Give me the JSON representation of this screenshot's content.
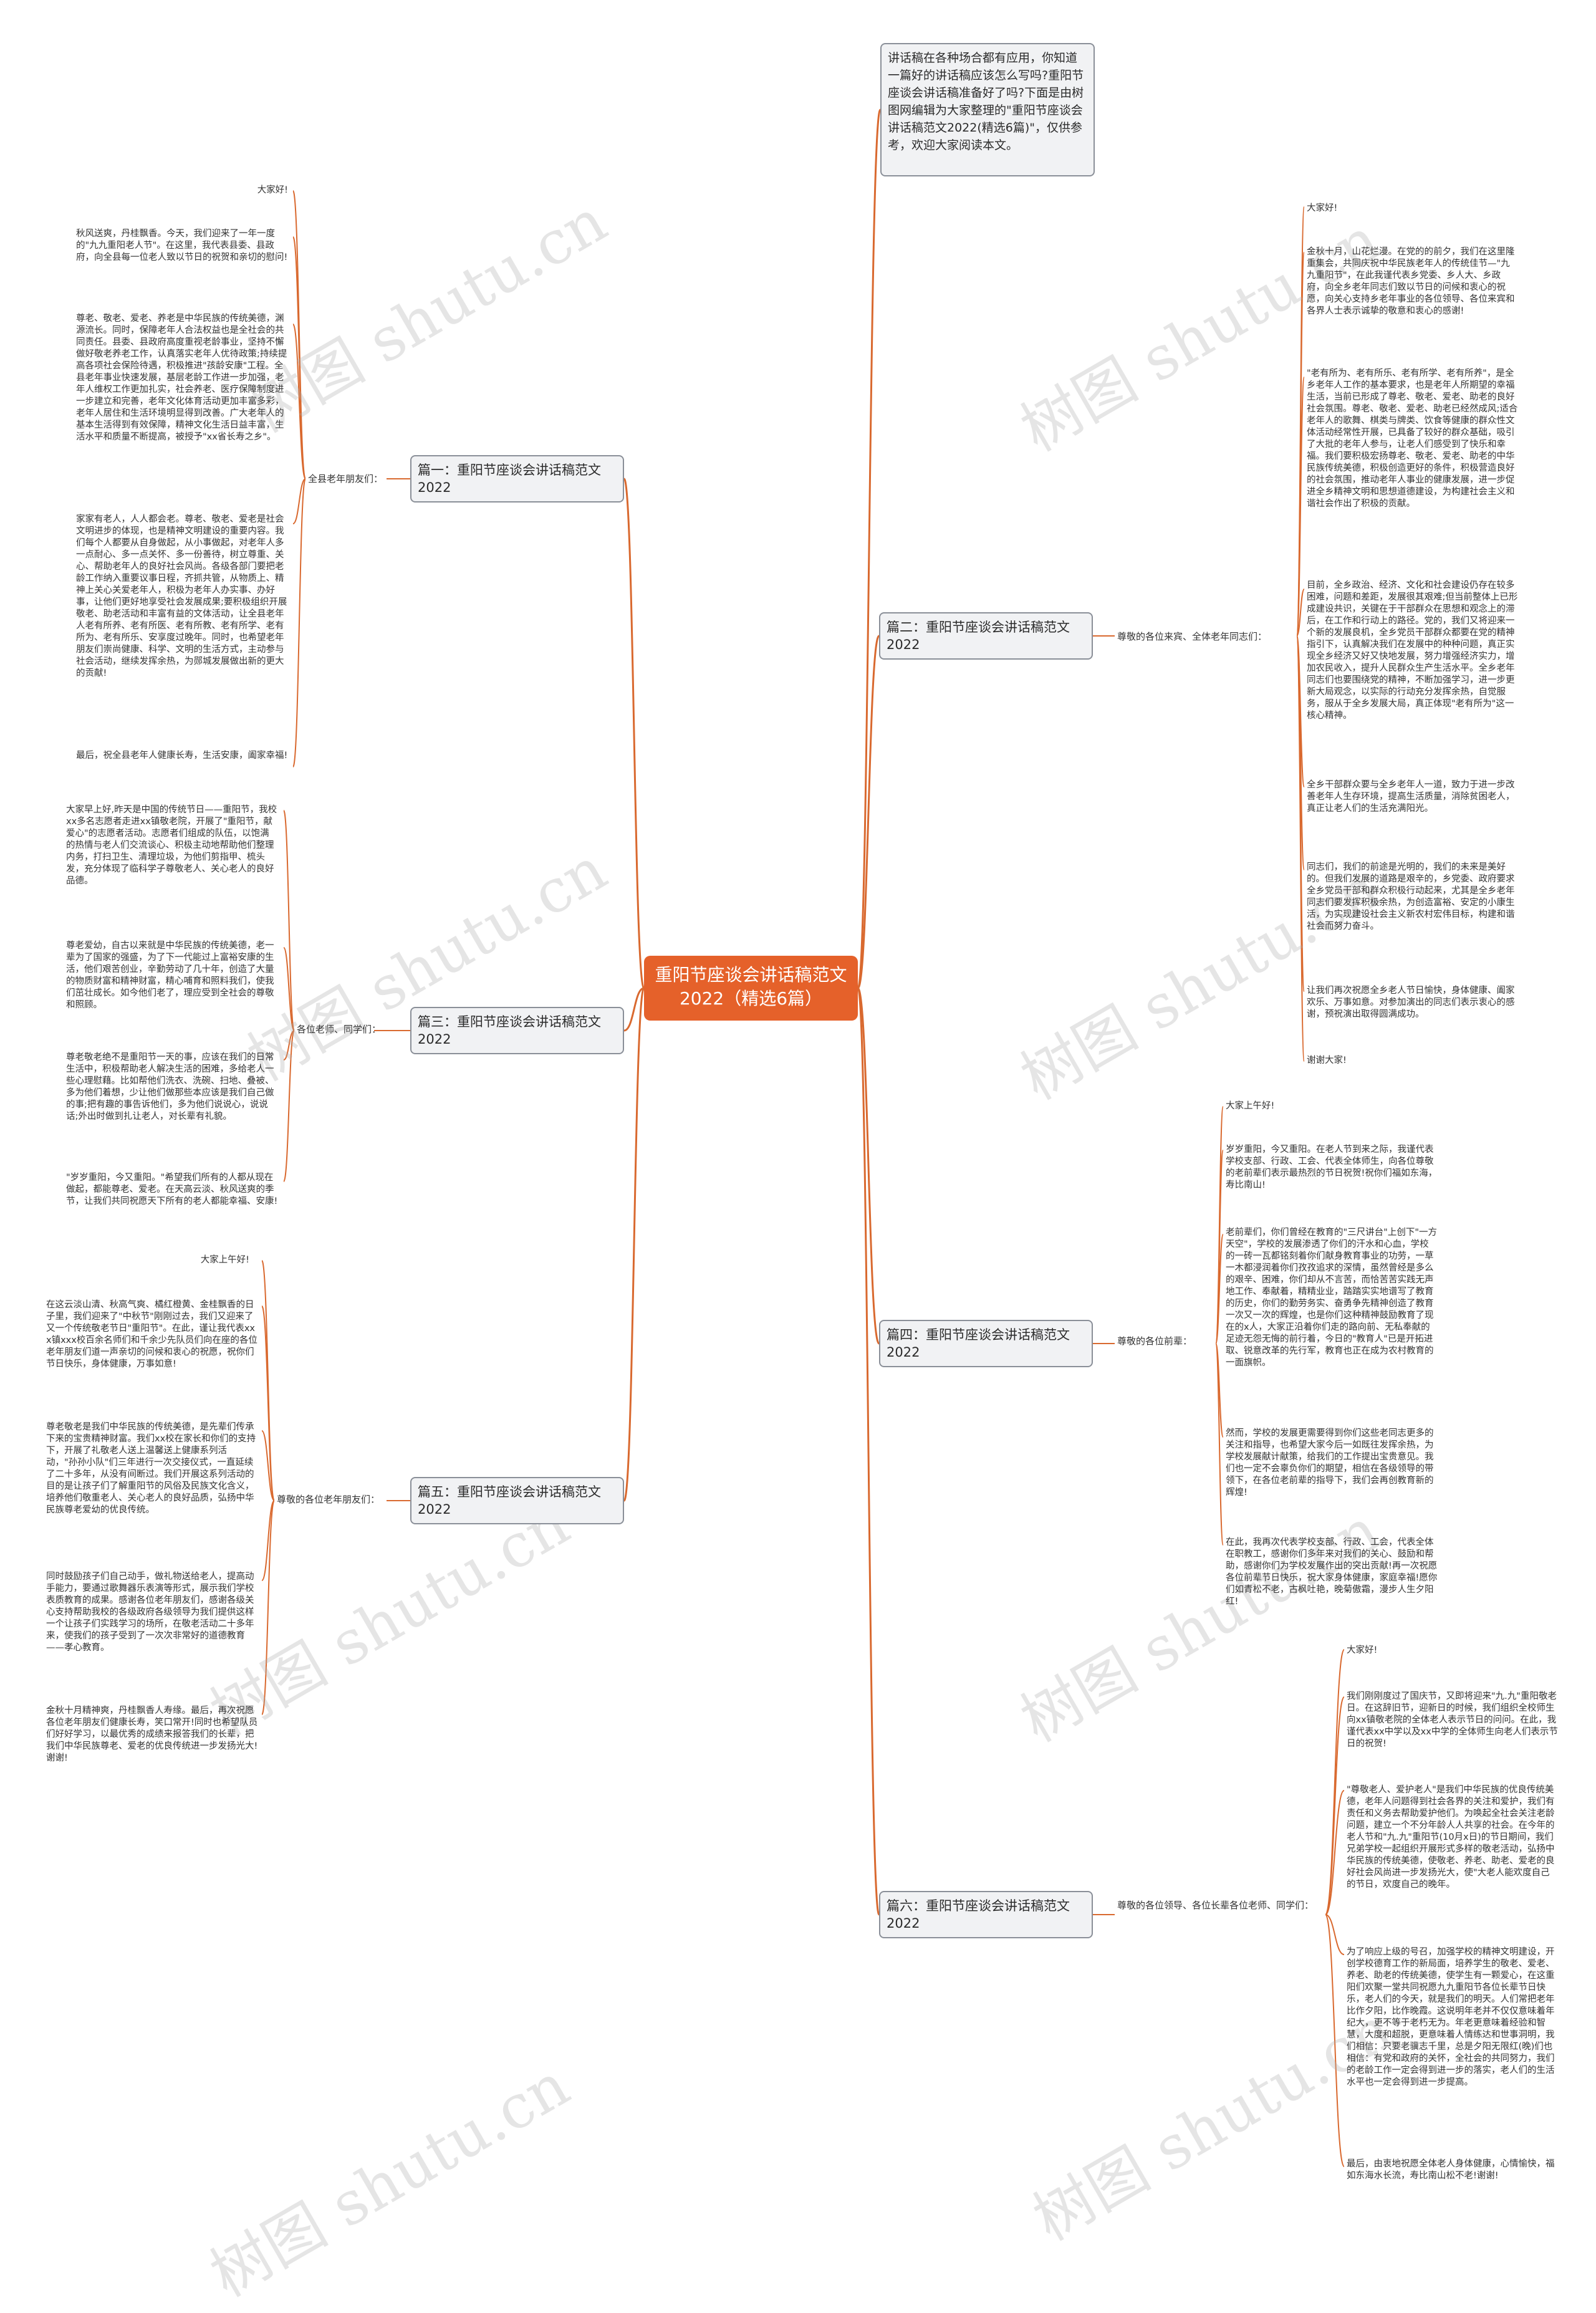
{
  "root": {
    "title": "重阳节座谈会讲话稿范文2022（精选6篇）"
  },
  "intro": "讲话稿在各种场合都有应用，你知道一篇好的讲话稿应该怎么写吗?重阳节座谈会讲话稿准备好了吗?下面是由树图网编辑为大家整理的\"重阳节座谈会讲话稿范文2022(精选6篇)\"，仅供参考，欢迎大家阅读本文。",
  "branches": [
    {
      "title": "篇一：重阳节座谈会讲话稿范文2022",
      "audience": "全县老年朋友们：",
      "paragraphs": [
        "大家好!",
        "秋风送爽，丹桂飘香。今天，我们迎来了一年一度的\"九九重阳老人节\"。在这里，我代表县委、县政府，向全县每一位老人致以节日的祝贺和亲切的慰问!",
        "尊老、敬老、爱老、养老是中华民族的传统美德，渊源流长。同时，保障老年人合法权益也是全社会的共同责任。县委、县政府高度重视老龄事业，坚持不懈做好敬老养老工作，认真落实老年人优待政策;持续提高各项社会保险待遇，积极推进\"孩龄安康\"工程。全县老年事业快速发展，基层老龄工作进一步加强，老年人维权工作更加扎实，社会养老、医疗保障制度进一步建立和完善，老年文化体育活动更加丰富多彩，老年人居住和生活环境明显得到改善。广大老年人的基本生活得到有效保障，精神文化生活日益丰富，生活水平和质量不断提高，被授予\"xx省长寿之乡\"。",
        "家家有老人，人人都会老。尊老、敬老、爱老是社会文明进步的体现，也是精神文明建设的重要内容。我们每个人都要从自身做起，从小事做起，对老年人多一点耐心、多一点关怀、多一份善待，树立尊重、关心、帮助老年人的良好社会风尚。各级各部门要把老龄工作纳入重要议事日程，齐抓共管，从物质上、精神上关心关爱老年人，积极为老年人办实事、办好事，让他们更好地享受社会发展成果;要积极组织开展敬老、助老活动和丰富有益的文体活动，让全县老年人老有所养、老有所医、老有所教、老有所学、老有所为、老有所乐、安享度过晚年。同时，也希望老年朋友们崇尚健康、科学、文明的生活方式，主动参与社会活动，继续发挥余热，为郧城发展做出新的更大的贡献!",
        "最后，祝全县老年人健康长寿，生活安康，阖家幸福!"
      ]
    },
    {
      "title": "篇二：重阳节座谈会讲话稿范文2022",
      "audience": "尊敬的各位来宾、全体老年同志们：",
      "paragraphs": [
        "大家好!",
        "金秋十月，山花烂漫。在党的的前夕，我们在这里隆重集会，共同庆祝中华民族老年人的传统佳节—\"九九重阳节\"，在此我谨代表乡党委、乡人大、乡政府，向全乡老年同志们致以节日的问候和衷心的祝愿，向关心支持乡老年事业的各位领导、各位来宾和各界人士表示诚挚的敬意和衷心的感谢!",
        "\"老有所为、老有所乐、老有所学、老有所养\"，是全乡老年人工作的基本要求，也是老年人所期望的幸福生活，当前已形成了尊老、敬老、爱老、助老的良好社会氛围。尊老、敬老、爱老、助老已经然成风;适合老年人的歌舞、棋类与牌类、饮食等健康的群众性文体活动经常性开展，已具备了较好的群众基础，吸引了大批的老年人参与，让老人们感受到了快乐和幸福。我们要积极宏扬尊老、敬老、爱老、助老的中华民族传统美德，积极创造更好的条件，积极营造良好的社会氛围，推动老年人事业的健康发展，进一步促进全乡精神文明和思想道德建设，为构建社会主义和谐社会作出了积极的贡献。",
        "目前，全乡政治、经济、文化和社会建设仍存在较多困难，问题和差距，发展很其艰难;但当前整体上已形成建设共识，关键在于干部群众在思想和观念上的滞后，在工作和行动上的路径。党的，我们又将迎来一个新的发展良机，全乡党员干部群众都要在党的精神指引下，认真解决我们在发展中的种种问题，真正实现全乡经济又好又快地发展，努力增强经济实力，增加农民收入，提升人民群众生产生活水平。全乡老年同志们也要围绕党的精神，不断加强学习，进一步更新大局观念，以实际的行动充分发挥余热，自觉服务，服从于全乡发展大局，真正体现\"老有所为\"这一核心精神。",
        "全乡干部群众要与全乡老年人一道，致力于进一步改善老年人生存环境，提高生活质量，消除贫困老人，真正让老人们的生活充满阳光。",
        "同志们，我们的前途是光明的，我们的未来是美好的。但我们发展的道路是艰辛的，乡党委、政府要求全乡党员干部和群众积极行动起来，尤其是全乡老年同志们要发挥积极余热，为创造富裕、安定的小康生活，为实现建设社会主义新农村宏伟目标，构建和谐社会而努力奋斗。",
        "让我们再次祝愿全乡老人节日愉快，身体健康、阖家欢乐、万事如意。对参加演出的同志们表示衷心的感谢，预祝演出取得圆满成功。",
        "谢谢大家!"
      ]
    },
    {
      "title": "篇三：重阳节座谈会讲话稿范文2022",
      "audience": "各位老师、同学们：",
      "paragraphs": [
        "大家早上好,昨天是中国的传统节日——重阳节，我校xx多名志愿者走进xx镇敬老院，开展了\"重阳节，献爱心\"的志愿者活动。志愿者们组成的队伍，以饱满的热情与老人们交流谈心、积极主动地帮助他们整理内务，打扫卫生、清理垃圾，为他们剪指甲、梳头发，充分体现了临科学子尊敬老人、关心老人的良好品德。",
        "尊老爱幼，自古以来就是中华民族的传统美德，老一辈为了国家的强盛，为了下一代能过上富裕安康的生活，他们艰苦创业，辛勤劳动了几十年，创造了大量的物质财富和精神财富，精心哺育和照料我们，使我们茁壮成长。如今他们老了，理应受到全社会的尊敬和照顾。",
        "尊老敬老绝不是重阳节一天的事，应该在我们的日常生活中，积极帮助老人解决生活的困难，多给老人一些心理慰藉。比如帮他们洗衣、洗碗、扫地、叠被、多为他们着想，少让他们做那些本应该是我们自己做的事;把有趣的事告诉他们，多为他们说说心，说说话;外出时做到扎让老人，对长辈有礼貌。",
        "\"岁岁重阳，今又重阳。\"希望我们所有的人都从现在做起，都能尊老、爱老。在天高云淡、秋风送爽的季节，让我们共同祝愿天下所有的老人都能幸福、安康!"
      ]
    },
    {
      "title": "篇四：重阳节座谈会讲话稿范文2022",
      "audience": "尊敬的各位前辈：",
      "paragraphs": [
        "大家上午好!",
        "岁岁重阳，今又重阳。在老人节到来之际，我谨代表学校支部、行政、工会、代表全体师生，向各位尊敬的老前辈们表示最热烈的节日祝贺!祝你们福如东海，寿比南山!",
        "老前辈们，你们曾经在教育的\"三尺讲台\"上创下\"一方天空\"，学校的发展渗透了你们的汗水和心血，学校的一砖一瓦都铭刻着你们献身教育事业的功劳，一草一木都浸润着你们孜孜追求的深情，虽然曾经是多么的艰辛、困难，你们却从不言苦，而恰苦苦实践无声地工作、奉献着，精精业业，踏踏实实地谱写了教育的历史，你们的勤劳务实、奋勇争先精神创造了教育一次又一次的辉煌，也是你们这种精神鼓励教育了现在的x人，大家正沿着你们走的路向前、无私奉献的足迹无怨无悔的前行着，今日的\"教育人\"已是开拓进取、锐意改革的先行军，教育也正在成为农村教育的一面旗帜。",
        "然而，学校的发展更需要得到你们这些老同志更多的关注和指导，也希望大家今后一如既往发挥余热，为学校发展献计献策，给我们的工作提出宝贵意见。我们也一定不会辜负你们的期望，相信在各级领导的带领下，在各位老前辈的指导下，我们会再创教育新的辉煌!",
        "在此，我再次代表学校支部、行政、工会，代表全体在职教工，感谢你们多年来对我们的关心、鼓励和帮助，感谢你们为学校发展作出的突出贡献!再一次祝愿各位前辈节日快乐，祝大家身体健康，家庭幸福!愿你们如青松不老，古枫吐艳，晚菊傲霜，漫步人生夕阳红!"
      ]
    },
    {
      "title": "篇五：重阳节座谈会讲话稿范文2022",
      "audience": "尊敬的各位老年朋友们：",
      "paragraphs": [
        "大家上午好!",
        "在这云淡山清、秋高气爽、橘红橙黄、金桂飘香的日子里，我们迎来了\"中秋节\"刚刚过去，我们又迎来了又一个传统敬老节日\"重阳节\"。在此，谨让我代表xxx镇xxx校百余名师们和千余少先队员们向在座的各位老年朋友们道一声亲切的问候和衷心的祝愿，祝你们节日快乐，身体健康，万事如意!",
        "尊老敬老是我们中华民族的传统美德，是先辈们传承下来的宝贵精神财富。我们xx校在家长和你们的支持下，开展了礼敬老人送上温馨送上健康系列活动，\"孙孙小队\"们三年进行一次交接仪式，一直延续了二十多年，从没有间断过。我们开展这系列活动的目的是让孩子们了解重阳节的风俗及民族文化含义，培养他们敬重老人、关心老人的良好品质，弘扬中华民族尊老爱幼的优良传统。",
        "同时鼓励孩子们自己动手，做礼物送给老人，提高动手能力，要通过歌舞器乐表演等形式，展示我们学校表质教育的成果。感谢各位老年朋友们，感谢各级关心支持帮助我校的各级政府各级领导为我们提供这样一个让孩子们实践学习的场所，在敬老活动二十多年来，使我们的孩子受到了一次次非常好的道德教育——孝心教育。",
        "金秋十月精神爽，丹桂飘香人寿缘。最后，再次祝愿各位老年朋友们健康长寿，笑口常开!同时也希望队员们好好学习，以最优秀的成绩来报答我们的长辈，把我们中华民族尊老、爱老的优良传统进一步发扬光大!谢谢!"
      ]
    },
    {
      "title": "篇六：重阳节座谈会讲话稿范文2022",
      "audience": "尊敬的各位领导、各位长辈各位老师、同学们：",
      "paragraphs": [
        "大家好!",
        "我们刚刚度过了国庆节，又即将迎来\"九.九\"重阳敬老日。在这辞旧节，迎新日的时候，我们组织全校师生向xx镇敬老院的全体老人表示节日的问问。在此，我谨代表xx中学以及xx中学的全体师生向老人们表示节日的祝贺!",
        "\"尊敬老人、爱护老人\"是我们中华民族的优良传统美德，老年人问题得到社会各界的关注和爱护，我们有责任和义务去帮助爱护他们。为唤起全社会关注老龄问题，建立一个不分年龄人人共享的社会。在今年的老人节和\"九.九\"重阳节(10月x日)的节日期间，我们兄弟学校一起组织开展形式多样的敬老活动，弘扬中华民族的传统美德，使敬老、养老、助老、爱老的良好社会风尚进一步发扬光大，使\"大老人能欢度自己的节日，欢度自己的晚年。",
        "为了响应上级的号召，加强学校的精神文明建设，开创学校德育工作的新局面，培养学生的敬老、爱老、养老、助老的传统美德，使学生有一颗爱心，在这重阳们欢聚一堂共同祝愿九九重阳节各位长辈节日快乐，老人们的今天，就是我们的明天。人们常把老年比作夕阳，比作晚霞。这说明年老并不仅仅意味着年纪大，更不等于老朽无为。年老更意味着经验和智慧，大度和超脱，更意味着人情练达和世事洞明，我们相信：只要老骥志千里，总是夕阳无限红(晚)们也相信：有党和政府的关怀，全社会的共同努力，我们的老龄工作一定会得到进一步的落实，老人们的生活水平也一定会得到进一步提高。",
        "最后，由衷地祝愿全体老人身体健康，心情愉快，福如东海水长流，寿比南山松不老!谢谢!"
      ]
    }
  ],
  "watermark": {
    "text": "树图 shutu.cn"
  },
  "style": {
    "accent": "#e5612a",
    "line": "#d9692f",
    "node_fill": "#f1f2f4",
    "node_border": "#8a8f98"
  }
}
